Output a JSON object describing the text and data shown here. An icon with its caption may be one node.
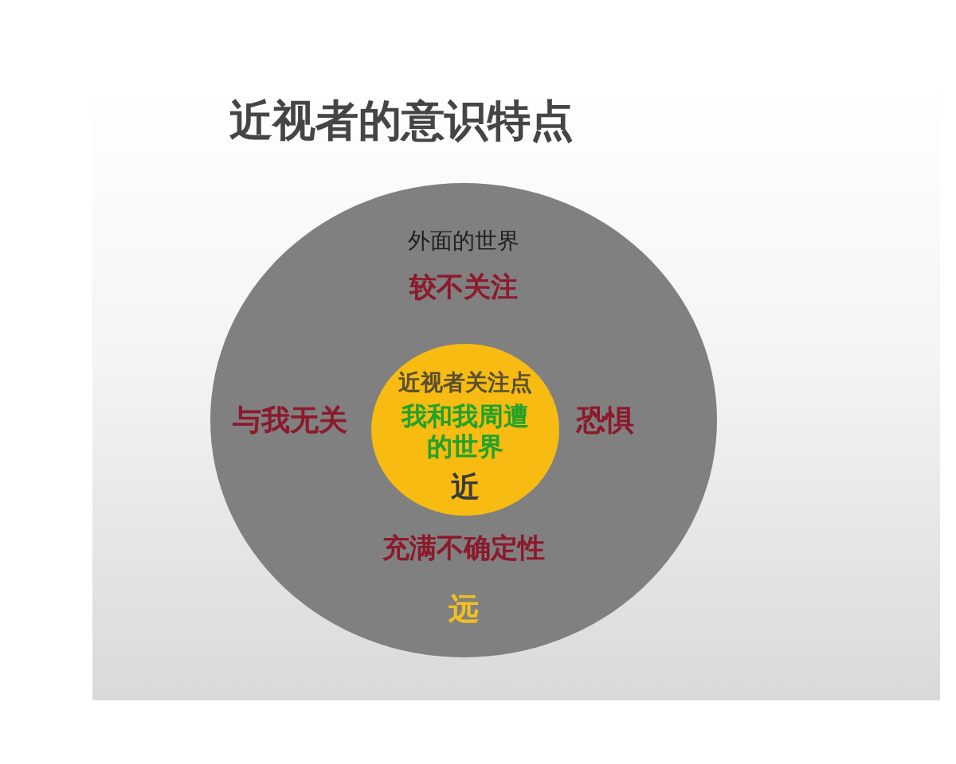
{
  "diagram": {
    "title": "近视者的意识特点",
    "nodes": [
      {
        "text": [
          "外面的世界",
          "较不关注",
          "与我无关",
          "恐惧",
          "充满不确定性",
          "远"
        ]
      },
      {
        "text": [
          "近视者关注点",
          "我和我周遭的世界",
          "近"
        ],
        "in": 0
      }
    ]
  }
}
